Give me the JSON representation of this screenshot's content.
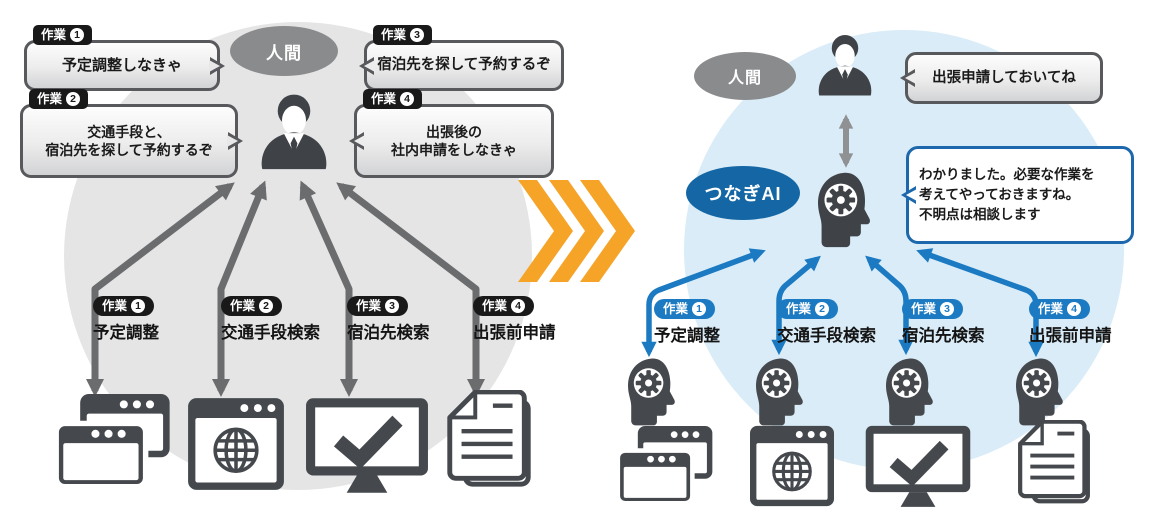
{
  "tag_word": "作業",
  "left": {
    "group_label": "人間",
    "bubbles": [
      {
        "num": "1",
        "text": "予定調整しなきゃ"
      },
      {
        "num": "2",
        "text": "交通手段と、\n宿泊先を探して予約するぞ"
      },
      {
        "num": "3",
        "text": "宿泊先を探して予約するぞ"
      },
      {
        "num": "4",
        "text": "出張後の\n社内申請をしなきゃ"
      }
    ],
    "tasks": [
      {
        "num": "1",
        "label": "予定調整"
      },
      {
        "num": "2",
        "label": "交通手段検索"
      },
      {
        "num": "3",
        "label": "宿泊先検索"
      },
      {
        "num": "4",
        "label": "出張前申請"
      }
    ]
  },
  "right": {
    "human_label": "人間",
    "ai_label": "つなぎAI",
    "human_bubble": "出張申請しておいてね",
    "ai_bubble": "わかりました。必要な作業を\n考えてやっておきますね。\n不明点は相談します",
    "tasks": [
      {
        "num": "1",
        "label": "予定調整"
      },
      {
        "num": "2",
        "label": "交通手段検索"
      },
      {
        "num": "3",
        "label": "宿泊先検索"
      },
      {
        "num": "4",
        "label": "出張前申請"
      }
    ]
  },
  "icons": {
    "human": "person-icon",
    "ai": "ai-head-gear-icon",
    "transition": "orange-chevrons-icon",
    "tools": [
      "browser-windows-icon",
      "web-globe-icon",
      "monitor-check-icon",
      "documents-icon"
    ]
  },
  "colors": {
    "left_circle": "#e5e5e6",
    "right_circle": "#d9ecf8",
    "human_ellipse": "#8a8b8d",
    "ai_ellipse": "#1467a4",
    "arrow_gray": "#6b6c6e",
    "arrow_blue": "#1b7ac1",
    "chevron_orange": "#f5a428",
    "tag_black": "#191919",
    "tag_blue": "#1b7ac1",
    "bubble_border_gray": "#58595c",
    "bubble_border_blue": "#1d67ad",
    "icon_dark": "#45494d"
  }
}
